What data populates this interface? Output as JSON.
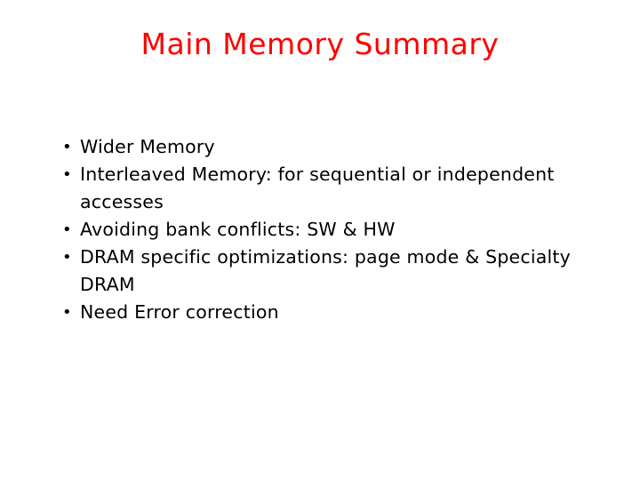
{
  "slide": {
    "title": "Main Memory Summary",
    "title_color": "#ff0000",
    "bullet_glyph": "•",
    "bullets": [
      "Wider Memory",
      "Interleaved Memory: for sequential or independent accesses",
      "Avoiding bank conflicts: SW & HW",
      "DRAM specific optimizations: page mode & Specialty DRAM",
      "Need Error correction"
    ]
  }
}
